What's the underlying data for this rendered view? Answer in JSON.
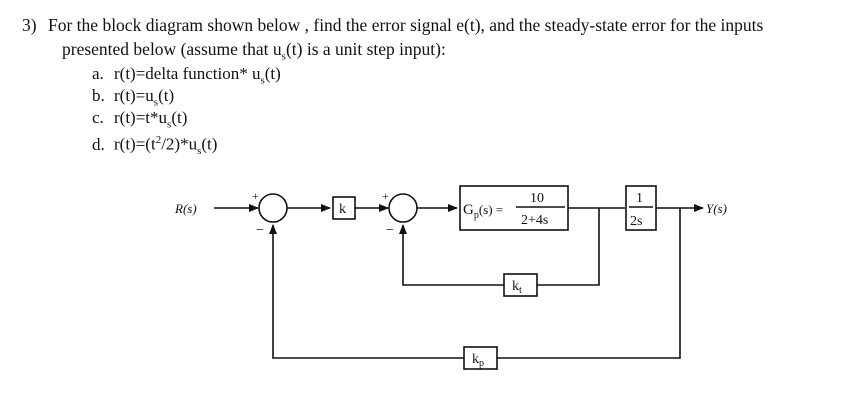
{
  "question": {
    "number": "3)",
    "line1": "For the block diagram shown below , find the error signal e(t), and the steady-state error for the inputs",
    "line2_pre": "presented below (assume that u",
    "line2_sub": "s",
    "line2_post": "(t) is a unit step input):"
  },
  "items": [
    {
      "label": "a.",
      "text": "r(t)=delta function* u",
      "sub": "s",
      "post": "(t)"
    },
    {
      "label": "b.",
      "text": "r(t)=u",
      "sub": "s",
      "post": "(t)"
    },
    {
      "label": "c.",
      "text": "r(t)=t*u",
      "sub": "s",
      "post": "(t)"
    },
    {
      "label": "d.",
      "text": "r(t)=(t",
      "sup": "2",
      "post": "/2)*u",
      "sub": "s",
      "post2": "(t)"
    }
  ],
  "diagram": {
    "input_label": "R(s)",
    "output_label": "Y(s)",
    "sum1_plus": "+",
    "sum1_minus": "−",
    "sum2_plus": "+",
    "sum2_minus": "−",
    "gain_k": "k",
    "plant_lhs": "G",
    "plant_sub": "p",
    "plant_arg": "(s) =",
    "plant_num": "10",
    "plant_den": "2+4s",
    "integ_num": "1",
    "integ_den": "2s",
    "kt_label": "k",
    "kt_sub": "t",
    "kp_label": "k",
    "kp_sub": "p"
  }
}
